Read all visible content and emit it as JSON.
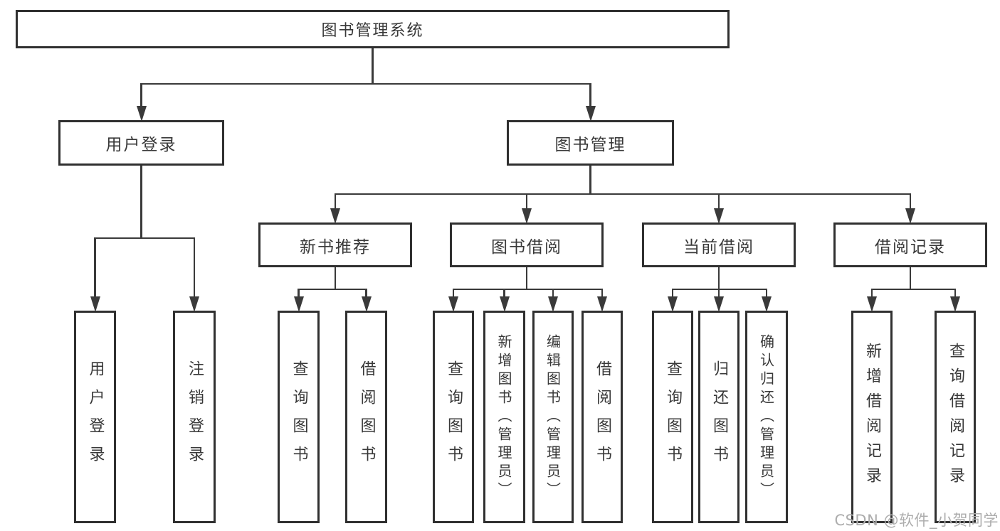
{
  "diagram": {
    "title": "图书管理系统",
    "nodes": [
      {
        "id": "root",
        "label": "图书管理系统",
        "orientation": "horizontal"
      },
      {
        "id": "user-login",
        "label": "用户登录",
        "orientation": "horizontal"
      },
      {
        "id": "book-mgmt",
        "label": "图书管理",
        "orientation": "horizontal"
      },
      {
        "id": "new-book-rec",
        "label": "新书推荐",
        "orientation": "horizontal"
      },
      {
        "id": "book-borrow",
        "label": "图书借阅",
        "orientation": "horizontal"
      },
      {
        "id": "current-borrow",
        "label": "当前借阅",
        "orientation": "horizontal"
      },
      {
        "id": "borrow-records",
        "label": "借阅记录",
        "orientation": "horizontal"
      },
      {
        "id": "leaf-user-login",
        "label": "用户登录",
        "orientation": "vertical"
      },
      {
        "id": "leaf-logout",
        "label": "注销登录",
        "orientation": "vertical"
      },
      {
        "id": "leaf-nbr-query",
        "label": "查询图书",
        "orientation": "vertical"
      },
      {
        "id": "leaf-nbr-borrow",
        "label": "借阅图书",
        "orientation": "vertical"
      },
      {
        "id": "leaf-bb-query",
        "label": "查询图书",
        "orientation": "vertical"
      },
      {
        "id": "leaf-bb-add",
        "label": "新增图书（管理员）",
        "orientation": "vertical"
      },
      {
        "id": "leaf-bb-edit",
        "label": "编辑图书（管理员）",
        "orientation": "vertical"
      },
      {
        "id": "leaf-bb-borrow",
        "label": "借阅图书",
        "orientation": "vertical"
      },
      {
        "id": "leaf-cb-query",
        "label": "查询图书",
        "orientation": "vertical"
      },
      {
        "id": "leaf-cb-return",
        "label": "归还图书",
        "orientation": "vertical"
      },
      {
        "id": "leaf-cb-confirm",
        "label": "确认归还（管理员）",
        "orientation": "vertical"
      },
      {
        "id": "leaf-br-add",
        "label": "新增借阅记录",
        "orientation": "vertical"
      },
      {
        "id": "leaf-br-query",
        "label": "查询借阅记录",
        "orientation": "vertical"
      }
    ],
    "edges": [
      {
        "from": "root",
        "to": [
          "user-login",
          "book-mgmt"
        ]
      },
      {
        "from": "user-login",
        "to": [
          "leaf-user-login",
          "leaf-logout"
        ]
      },
      {
        "from": "book-mgmt",
        "to": [
          "new-book-rec",
          "book-borrow",
          "current-borrow",
          "borrow-records"
        ]
      },
      {
        "from": "new-book-rec",
        "to": [
          "leaf-nbr-query",
          "leaf-nbr-borrow"
        ]
      },
      {
        "from": "book-borrow",
        "to": [
          "leaf-bb-query",
          "leaf-bb-add",
          "leaf-bb-edit",
          "leaf-bb-borrow"
        ]
      },
      {
        "from": "current-borrow",
        "to": [
          "leaf-cb-query",
          "leaf-cb-return",
          "leaf-cb-confirm"
        ]
      },
      {
        "from": "borrow-records",
        "to": [
          "leaf-br-add",
          "leaf-br-query"
        ]
      }
    ]
  },
  "watermark": "CSDN @软件_小贺同学",
  "colors": {
    "line": "#3a3a3a",
    "box_border": "#303030",
    "text": "#383838",
    "watermark": "#adadad",
    "background": "#ffffff"
  }
}
